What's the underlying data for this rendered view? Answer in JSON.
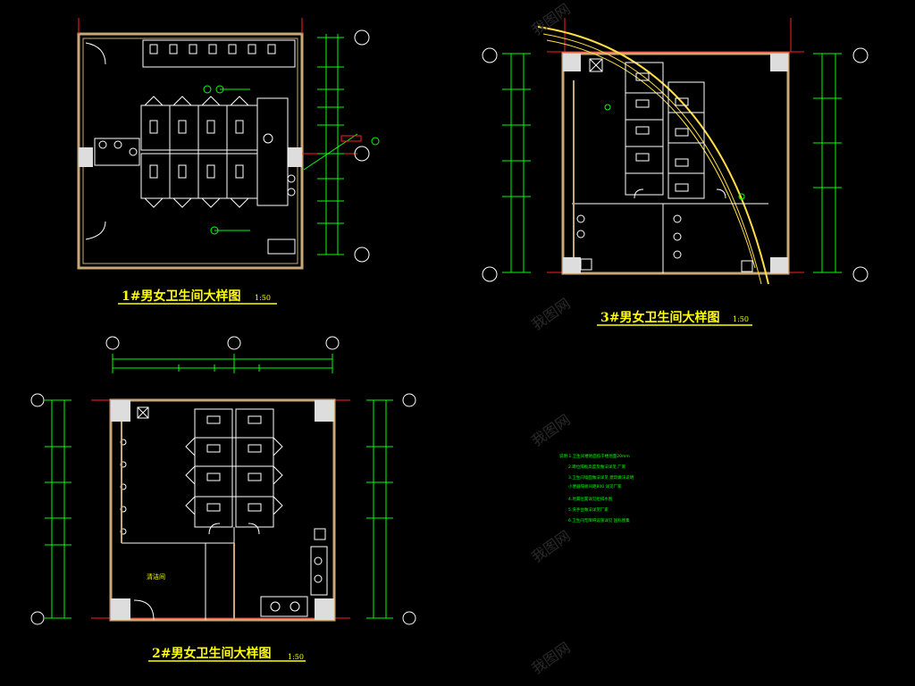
{
  "drawings": {
    "plan1": {
      "title": "1#男女卫生间大样图",
      "scale": "1:50"
    },
    "plan2": {
      "title": "2#男女卫生间大样图",
      "scale": "1:50"
    },
    "plan3": {
      "title": "3#男女卫生间大样图",
      "scale": "1:50"
    }
  },
  "room_labels": {
    "storage": "清洁间"
  },
  "notes_lines": [
    "说明:1.卫生间楼地面低于楼地面20mm",
    "2.蹲位隔板高度及做法详见 厂家",
    "3.卫生间墙面做法详见 建筑做法说明",
    "   小便器隔板间距800 详见厂家",
    "4.地漏位置详见给排水图",
    "5.洗手台做法详见厂家",
    "6.卫生间无障碍设施详见 国标图集"
  ],
  "colors": {
    "background": "#000000",
    "wall": "#c8a878",
    "title": "#ffff00",
    "dimension": "#00ff00",
    "axis_line": "#ff2020",
    "partition": "#ffffff"
  },
  "watermark": "我图网"
}
